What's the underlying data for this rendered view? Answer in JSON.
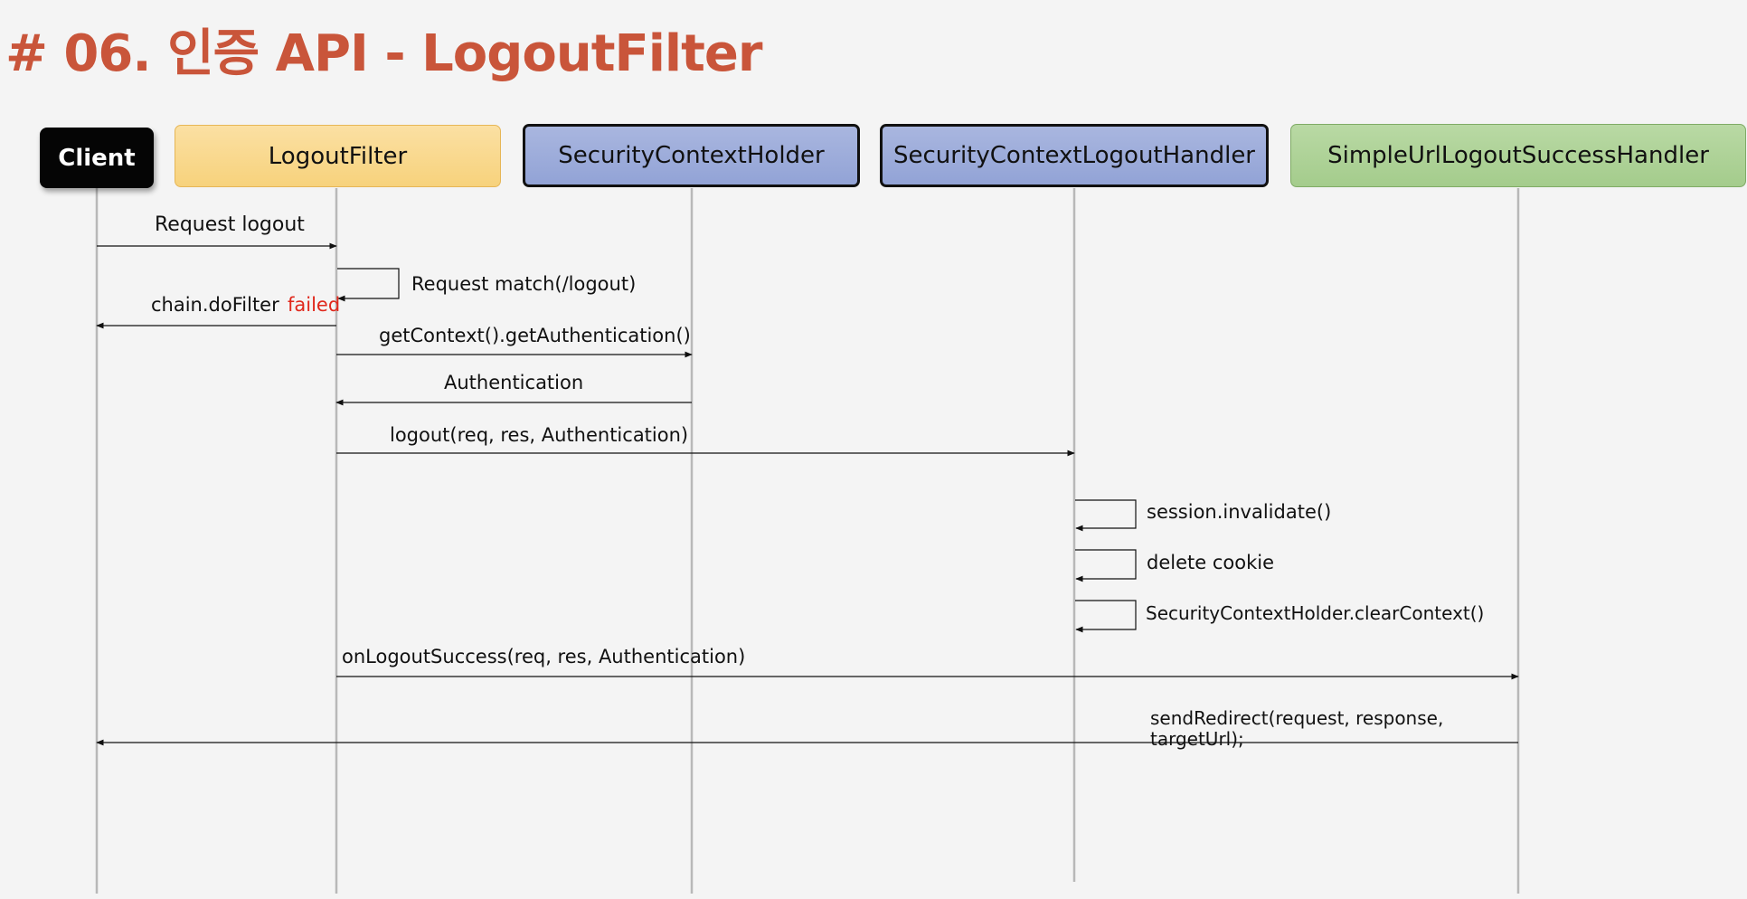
{
  "title": "# 06. 인증 API - LogoutFilter",
  "actors": {
    "client": "Client",
    "logout_filter": "LogoutFilter",
    "context_holder": "SecurityContextHolder",
    "logout_handler": "SecurityContextLogoutHandler",
    "success_handler": "SimpleUrlLogoutSuccessHandler"
  },
  "messages": {
    "request_logout": "Request logout",
    "request_match": "Request match(/logout)",
    "chain_do_filter": "chain.doFilter",
    "failed": "failed",
    "get_context": "getContext().getAuthentication()",
    "authentication": "Authentication",
    "logout_call": "logout(req, res, Authentication)",
    "session_invalidate": "session.invalidate()",
    "delete_cookie": "delete cookie",
    "clear_context": "SecurityContextHolder.clearContext()",
    "on_logout_success": "onLogoutSuccess(req, res, Authentication)",
    "send_redirect_line1": "sendRedirect(request, response,",
    "send_redirect_line2": "targetUrl);"
  },
  "colors": {
    "title": "#c9553a",
    "failed": "#e0281c",
    "lifeline": "#b8b8b8"
  }
}
